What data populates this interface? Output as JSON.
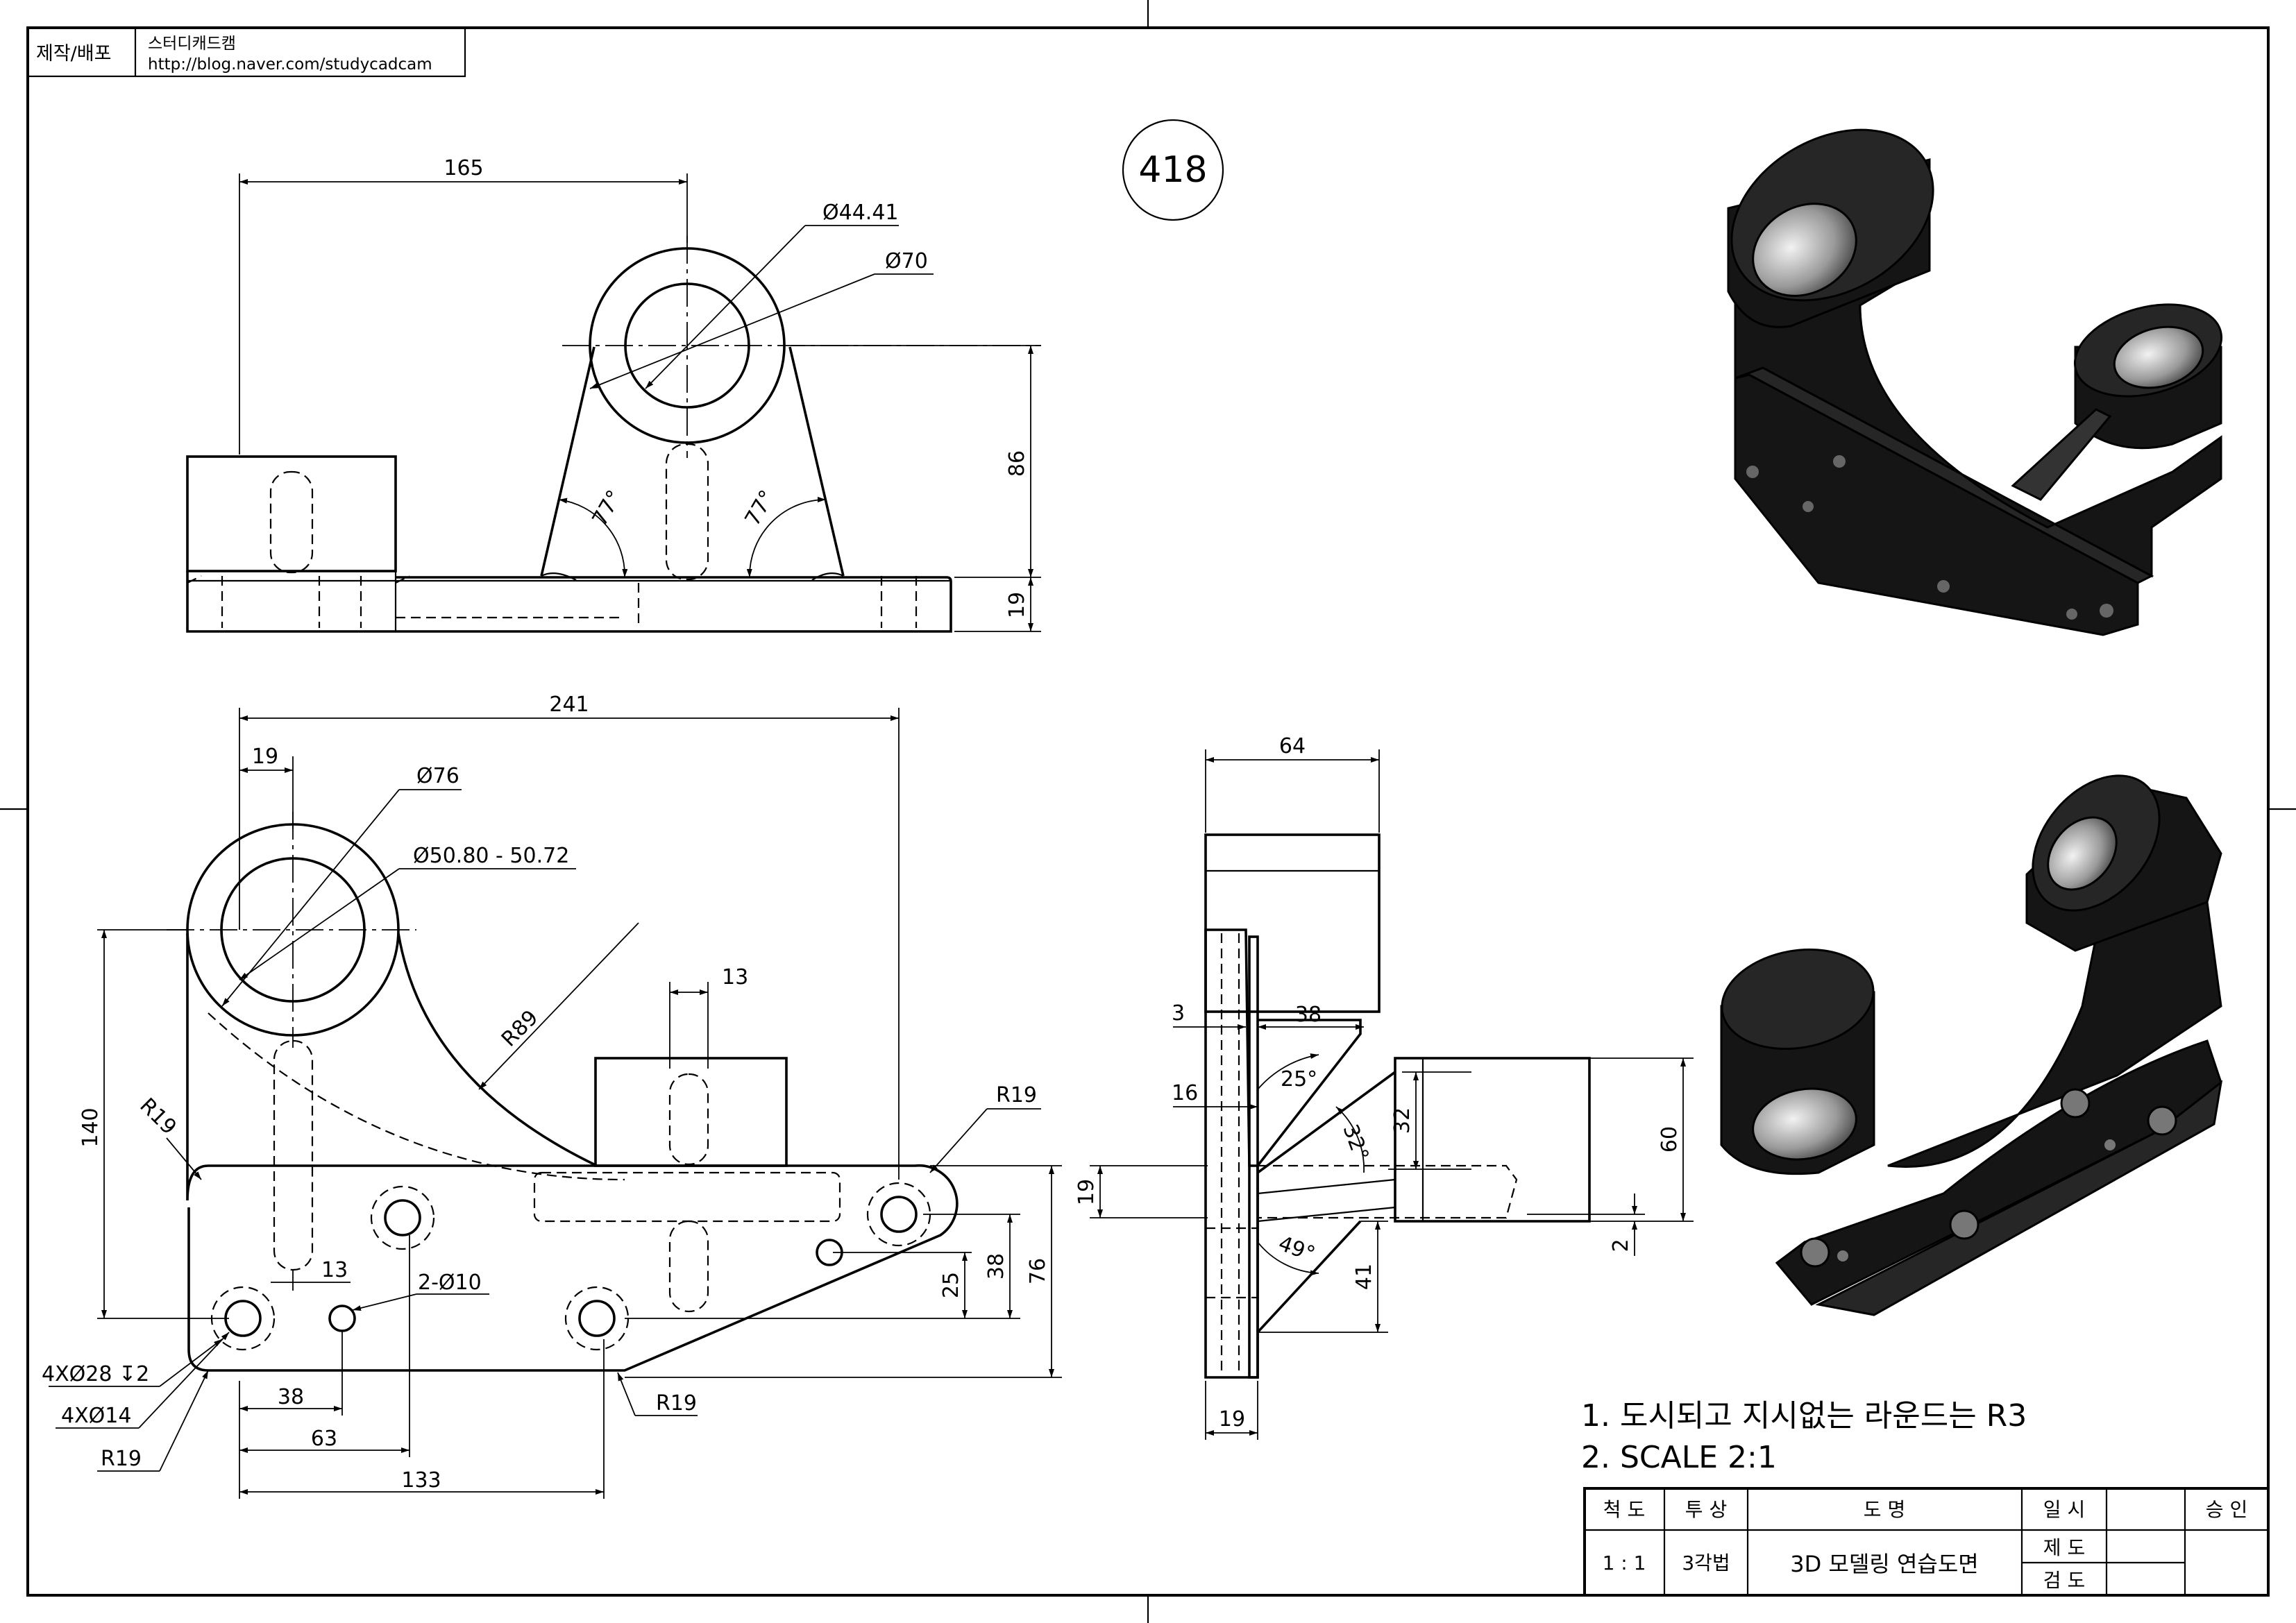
{
  "header": {
    "label": "제작/배포",
    "studio": "스터디캐드캠",
    "url": "http://blog.naver.com/studycadcam"
  },
  "drawing_number": "418",
  "dimensions": {
    "front": {
      "d165": "165",
      "d_dia44": "Ø44.41",
      "d_dia70": "Ø70",
      "d86": "86",
      "d19": "19",
      "ang_left": "77°",
      "ang_right": "77°"
    },
    "top": {
      "d241": "241",
      "d19": "19",
      "d_dia76": "Ø76",
      "d_dia50": "Ø50.80 - 50.72",
      "d13a": "13",
      "r89": "R89",
      "r19a": "R19",
      "r19b": "R19",
      "d140": "140",
      "d13b": "13",
      "holes2": "2-Ø10",
      "d25": "25",
      "d38a": "38",
      "d76": "76",
      "cbore": "4XØ28 ↧2",
      "holes4": "4XØ14",
      "r19c": "R19",
      "r19d": "R19",
      "d38b": "38",
      "d63": "63",
      "d133": "133"
    },
    "side": {
      "d64": "64",
      "d3": "3",
      "d38": "38",
      "d16": "16",
      "ang25": "25°",
      "ang32": "32°",
      "d32": "32",
      "d60": "60",
      "d19a": "19",
      "d2": "2",
      "ang49": "49°",
      "d41": "41",
      "d19b": "19"
    }
  },
  "notes": [
    "1. 도시되고 지시없는 라운드는 R3",
    "2. SCALE 2:1"
  ],
  "title_block": {
    "scale_label": "척 도",
    "projection_label": "투 상",
    "name_label": "도 명",
    "date_label": "일 시",
    "approve_label": "승 인",
    "scale": "1 : 1",
    "projection": "3각법",
    "name": "3D 모델링 연습도면",
    "drawn_label": "제 도",
    "checked_label": "검 도"
  }
}
